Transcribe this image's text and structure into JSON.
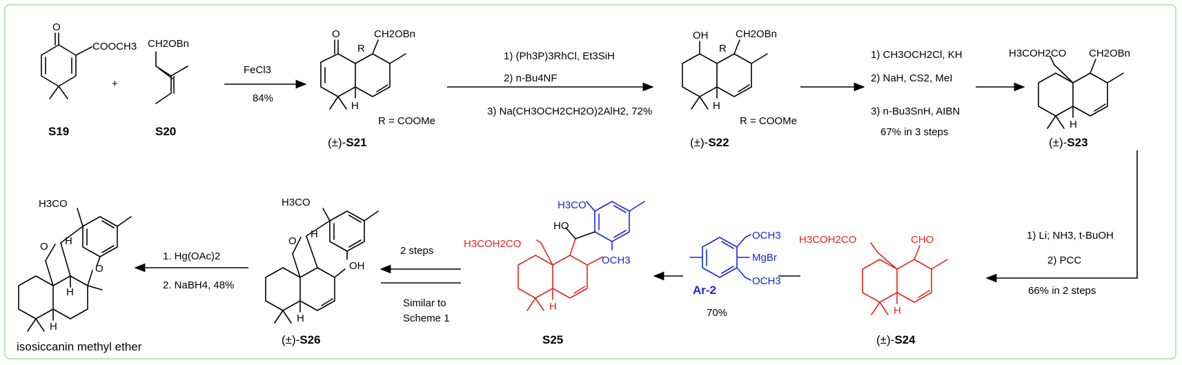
{
  "colors": {
    "border": "#b9e5b9",
    "red": "#e3231b",
    "blue": "#1b24d6",
    "text": "#000000"
  },
  "compounds": {
    "s19": {
      "label": "S19",
      "groups": {
        "o": "O",
        "ester": "COOCH3"
      }
    },
    "s20": {
      "label": "S20",
      "groups": {
        "obn": "CH2OBn"
      }
    },
    "s21": {
      "label_prefix": "(±)-",
      "label": "S21",
      "groups": {
        "o": "O",
        "r": "R",
        "obn": "CH2OBn",
        "h": "H",
        "r_def": "R = COOMe"
      }
    },
    "s22": {
      "label_prefix": "(±)-",
      "label": "S22",
      "groups": {
        "oh": "OH",
        "r": "R",
        "obn": "CH2OBn",
        "h": "H",
        "r_def": "R = COOMe"
      }
    },
    "s23": {
      "label_prefix": "(±)-",
      "label": "S23",
      "groups": {
        "mom": "H3COH2CO",
        "obn": "CH2OBn",
        "h": "H"
      }
    },
    "s24": {
      "label_prefix": "(±)-",
      "label": "S24",
      "groups": {
        "mom": "H3COH2CO",
        "cho": "CHO",
        "h": "H"
      }
    },
    "ar2": {
      "label": "Ar-2",
      "groups": {
        "ome1": "OCH3",
        "mgbr": "MgBr",
        "ome2": "OCH3"
      }
    },
    "s25": {
      "label": "S25",
      "groups": {
        "ome1": "H3CO",
        "ho": "HO",
        "mom": "H3COH2CO",
        "ome2": "OCH3",
        "h": "H"
      }
    },
    "s26": {
      "label_prefix": "(±)-",
      "label": "S26",
      "groups": {
        "ome": "H3CO",
        "o": "O",
        "h1": "H",
        "oh": "OH",
        "h2": "H"
      }
    },
    "product": {
      "label": "isosiccanin methyl ether",
      "groups": {
        "ome": "H3CO",
        "o1": "O",
        "h1": "H",
        "o2": "O",
        "h2": "H",
        "h3": "H"
      }
    }
  },
  "plus": "+",
  "reactions": {
    "r1": {
      "reagent": "FeCl3",
      "yield": "84%"
    },
    "r2": {
      "steps": [
        "1) (Ph3P)3RhCl, Et3SiH",
        "2) n-Bu4NF",
        "3) Na(CH3OCH2CH2O)2AlH2, 72%"
      ]
    },
    "r3": {
      "steps": [
        "1)  CH3OCH2Cl, KH",
        "2) NaH, CS2, MeI",
        "3) n-Bu3SnH, AIBN"
      ],
      "yield": "67% in 3 steps"
    },
    "r4": {
      "steps": [
        "1) Li; NH3, t-BuOH",
        "2) PCC"
      ],
      "yield": "66% in 2 steps"
    },
    "r5": {
      "yield": "70%"
    },
    "r6": {
      "label": "2 steps",
      "note": [
        "Similar to",
        "Scheme 1"
      ]
    },
    "r7": {
      "steps": [
        "1. Hg(OAc)2",
        "2. NaBH4, 48%"
      ]
    }
  }
}
